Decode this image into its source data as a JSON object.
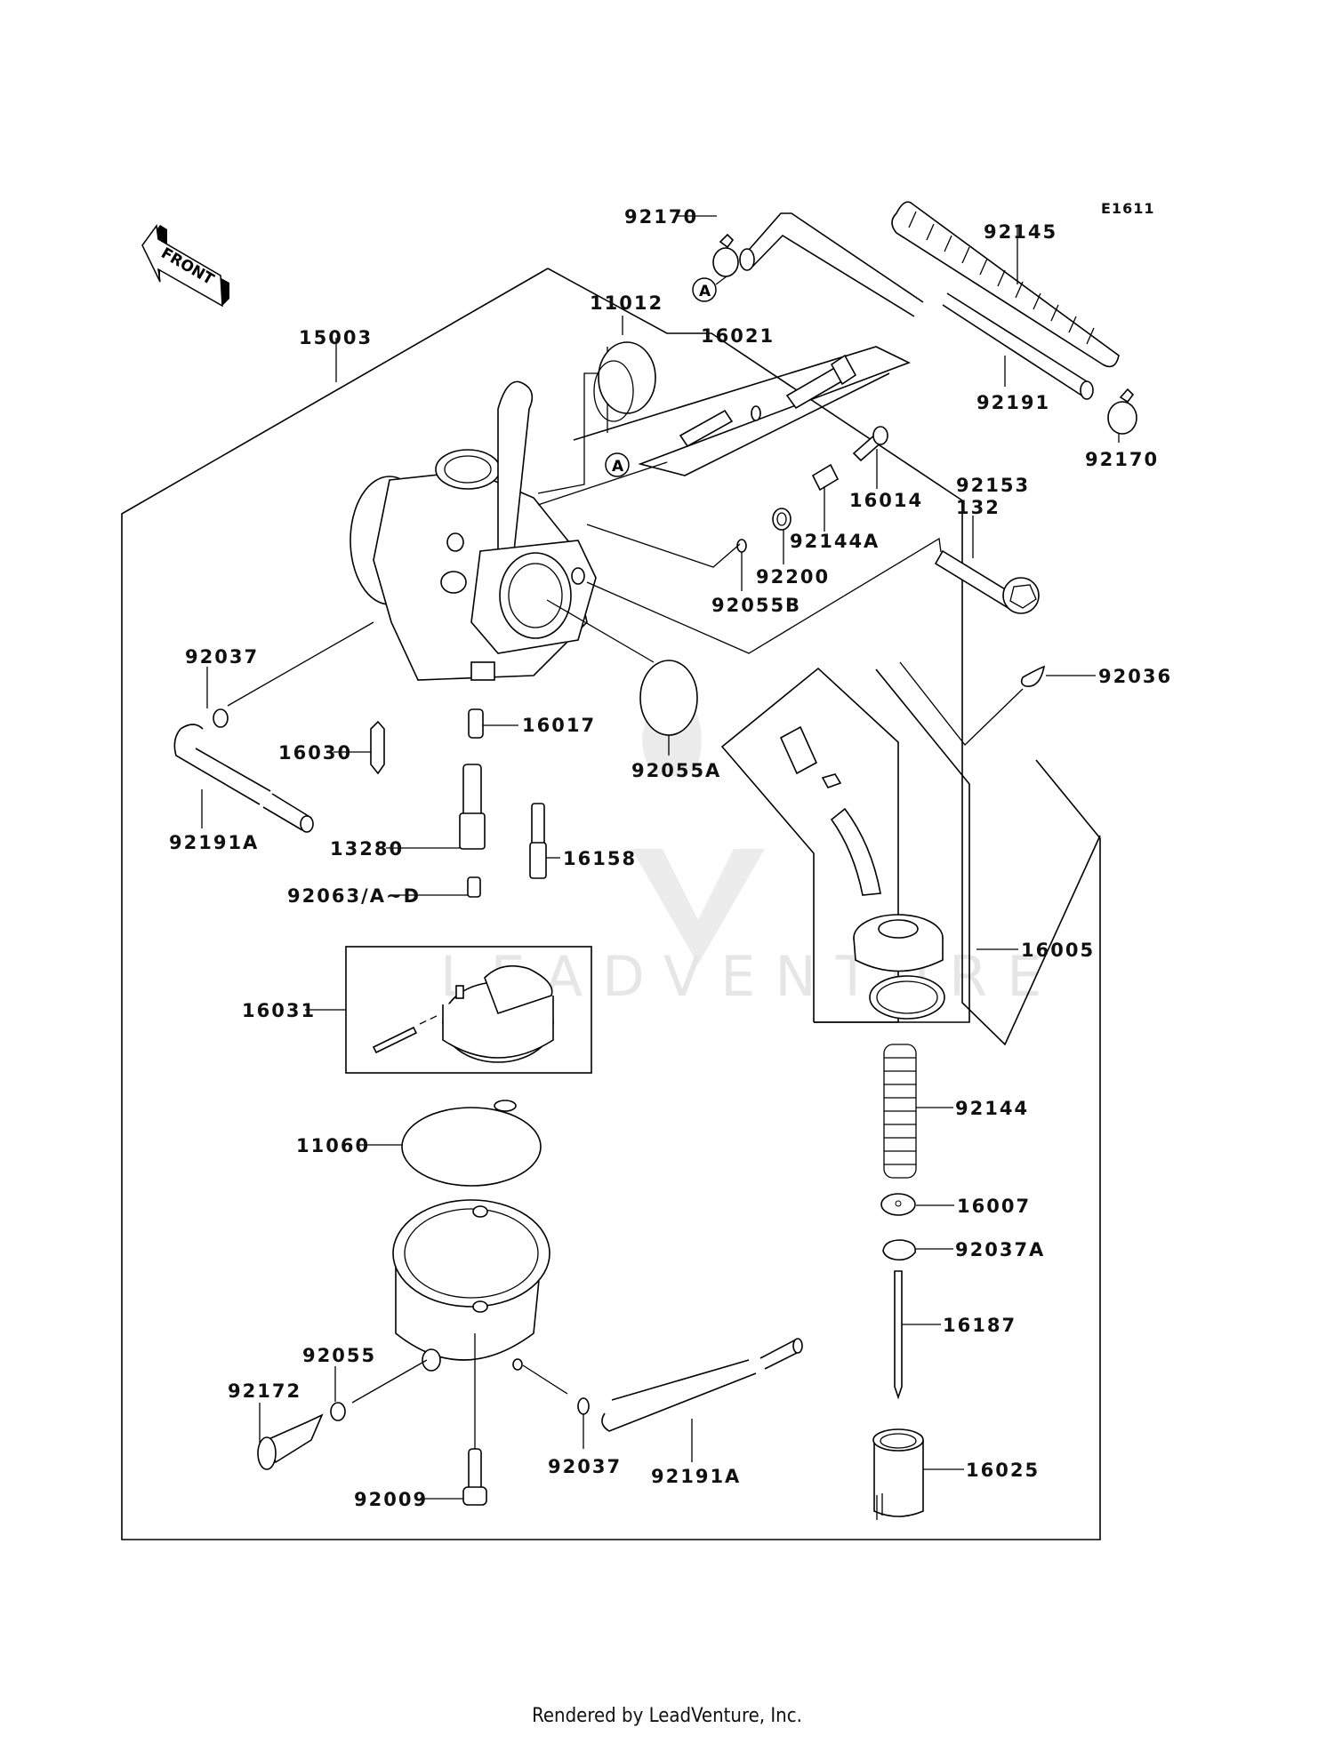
{
  "diagram": {
    "code": "E1611",
    "front_label": "FRONT",
    "ref_marker": "A",
    "watermark": "LEADVENTURE",
    "footer": "Rendered by LeadVenture, Inc.",
    "parts": {
      "p15003": "15003",
      "p11012": "11012",
      "p16021": "16021",
      "p92170_top": "92170",
      "p92145": "92145",
      "p92191": "92191",
      "p92170_right": "92170",
      "p16014": "16014",
      "p92153": "92153",
      "p92153_qty": "132",
      "p92144A": "92144A",
      "p92200": "92200",
      "p92055B": "92055B",
      "p92036": "92036",
      "p92037_left": "92037",
      "p92055A": "92055A",
      "p16017": "16017",
      "p16030": "16030",
      "p92191A_left": "92191A",
      "p13280": "13280",
      "p16158": "16158",
      "p92063": "92063/A~D",
      "p16005": "16005",
      "p16031": "16031",
      "p11060": "11060",
      "p92144": "92144",
      "p16007": "16007",
      "p92037A": "92037A",
      "p16187": "16187",
      "p92055": "92055",
      "p92172": "92172",
      "p92037_bottom": "92037",
      "p92191A_bottom": "92191A",
      "p92009": "92009",
      "p16025": "16025"
    }
  }
}
